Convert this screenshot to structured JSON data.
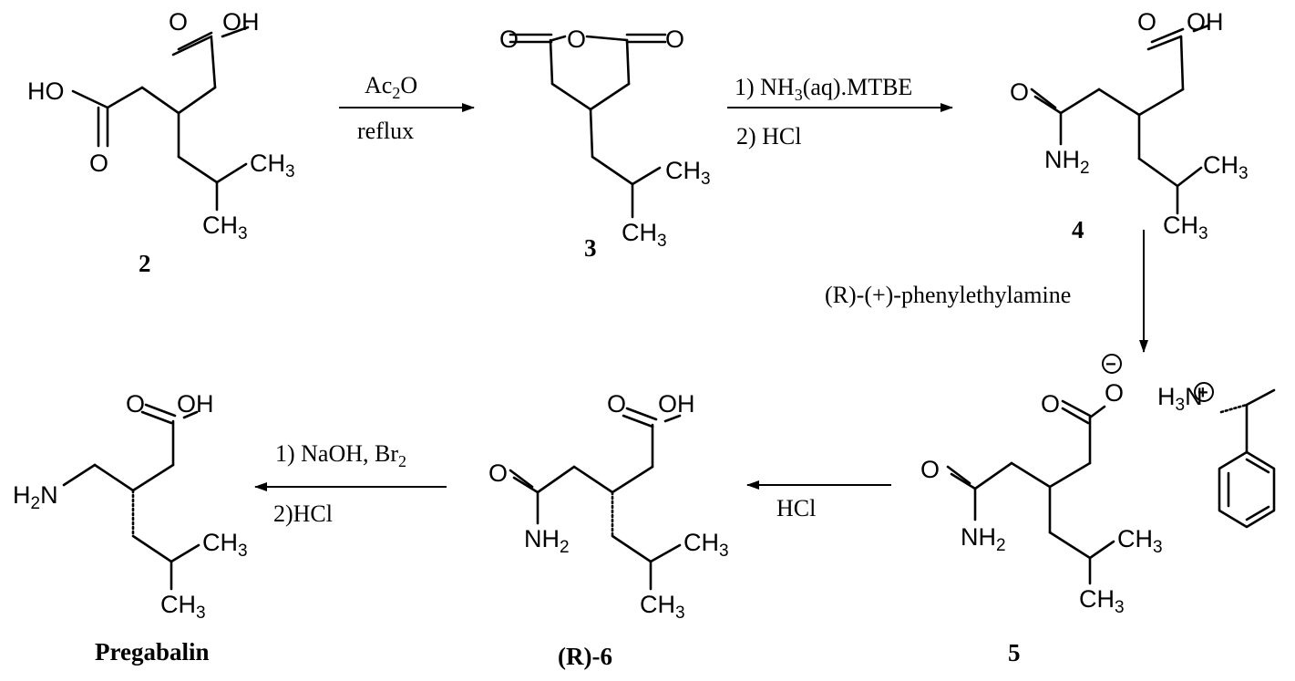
{
  "compounds": {
    "c2": {
      "label": "2"
    },
    "c3": {
      "label": "3"
    },
    "c4": {
      "label": "4"
    },
    "c5": {
      "label": "5"
    },
    "c6": {
      "label": "(R)-6"
    },
    "pregabalin": {
      "label": "Pregabalin"
    }
  },
  "atoms": {
    "O": "O",
    "OH": "OH",
    "HO": "HO",
    "CH": "CH",
    "three": "3",
    "NH": "NH",
    "two": "2",
    "H": "H",
    "N": "N",
    "minus": "−",
    "plus": "+"
  },
  "conditions": {
    "step1": {
      "reagent_prefix": "Ac",
      "reagent_sub": "2",
      "reagent_suffix": "O",
      "line2": "reflux"
    },
    "step2": {
      "line1_prefix": "1) NH",
      "line1_sub": "3",
      "line1_suffix": "(aq).MTBE",
      "line2": "2) HCl"
    },
    "step3": {
      "line1": "(R)-(+)-phenylethylamine"
    },
    "step4": {
      "line1": "HCl"
    },
    "step5": {
      "line1_prefix": "1) NaOH, Br",
      "line1_sub": "2",
      "line2": "2)HCl"
    }
  }
}
